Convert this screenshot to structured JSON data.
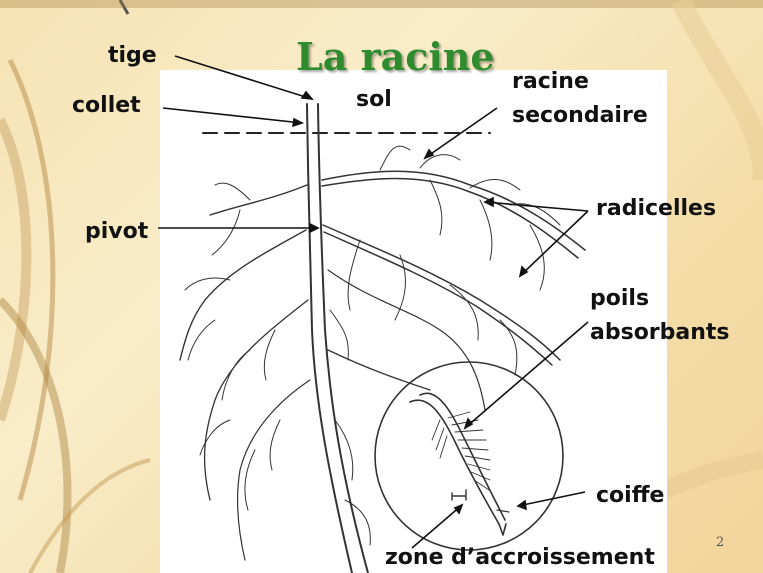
{
  "slide": {
    "title": "La racine",
    "slide_number": "2"
  },
  "labels": {
    "tige": "tige",
    "collet": "collet",
    "sol": "sol",
    "racine_secondaire_1": "racine",
    "racine_secondaire_2": "secondaire",
    "radicelles": "radicelles",
    "pivot": "pivot",
    "poils_absorbants_1": "poils",
    "poils_absorbants_2": "absorbants",
    "coiffe": "coiffe",
    "zone_accroissement": "zone d’accroissement"
  },
  "colors": {
    "title": "#2e8b2e",
    "background": "#f6e3b4",
    "panel": "#ffffff",
    "ink": "#111111"
  }
}
